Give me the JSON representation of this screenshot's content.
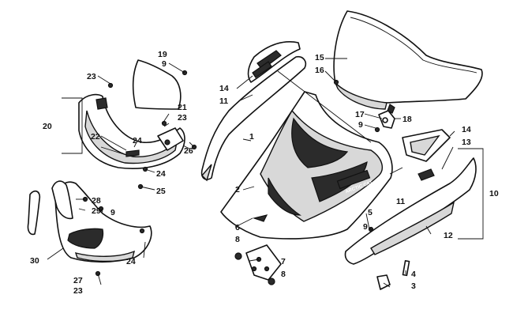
{
  "callouts": {
    "c1": "1",
    "c2": "2",
    "c3": "3",
    "c4": "4",
    "c5": "5",
    "c6": "6",
    "c7": "7",
    "c8a": "8",
    "c8b": "8",
    "c9a": "9",
    "c9b": "9",
    "c9c": "9",
    "c9d": "9",
    "c10": "10",
    "c11a": "11",
    "c11b": "11",
    "c12": "12",
    "c13": "13",
    "c14a": "14",
    "c14b": "14",
    "c15": "15",
    "c16": "16",
    "c17": "17",
    "c18": "18",
    "c19": "19",
    "c20": "20",
    "c21": "21",
    "c22": "22",
    "c23a": "23",
    "c23b": "23",
    "c23c": "23",
    "c24a": "24",
    "c24b": "24",
    "c24c": "24",
    "c25": "25",
    "c26": "26",
    "c27": "27",
    "c28": "28",
    "c29": "29",
    "c30": "30"
  },
  "hood_brand_text": "ARCTIC CAT"
}
